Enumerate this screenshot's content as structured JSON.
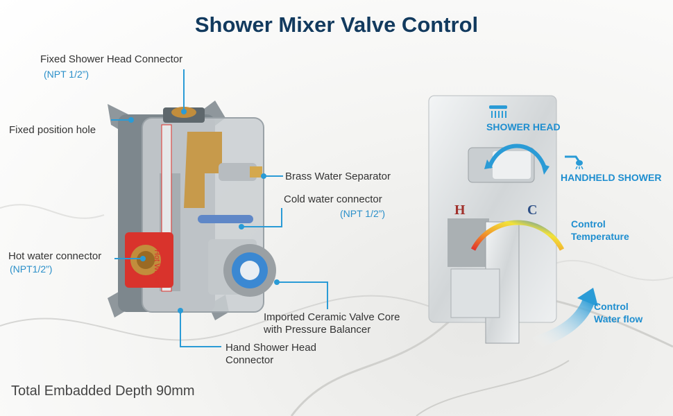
{
  "title": "Shower Mixer Valve Control",
  "left": {
    "fixed_shower_head": "Fixed Shower Head Connector",
    "fixed_shower_head_npt": "(NPT 1/2”)",
    "fixed_position_hole": "Fixed position hole",
    "brass_separator": "Brass Water Separator",
    "cold_connector": "Cold water connector",
    "cold_connector_npt": "(NPT 1/2”)",
    "hot_connector": "Hot water connector",
    "hot_connector_npt": "(NPT1/2”)",
    "ceramic_core_1": "Imported Ceramic Valve Core",
    "ceramic_core_2": "with Pressure Balancer",
    "hand_shower_1": "Hand Shower Head",
    "hand_shower_2": "Connector",
    "depth": "Total Embadded Depth 90mm",
    "hot_water_tag": "Hot Water"
  },
  "right": {
    "shower_head": "SHOWER HEAD",
    "handheld_shower": "HANDHELD SHOWER",
    "control_temp_1": "Control",
    "control_temp_2": "Temperature",
    "control_flow_1": "Control",
    "control_flow_2": "Water flow",
    "hot_letter": "H",
    "cold_letter": "C"
  },
  "colors": {
    "title": "#123a5e",
    "accent": "#2a9bd6",
    "hot": "#e0312b",
    "cold": "#2f7fd0"
  },
  "icons": [
    "shower-head-icon",
    "handheld-shower-icon"
  ]
}
